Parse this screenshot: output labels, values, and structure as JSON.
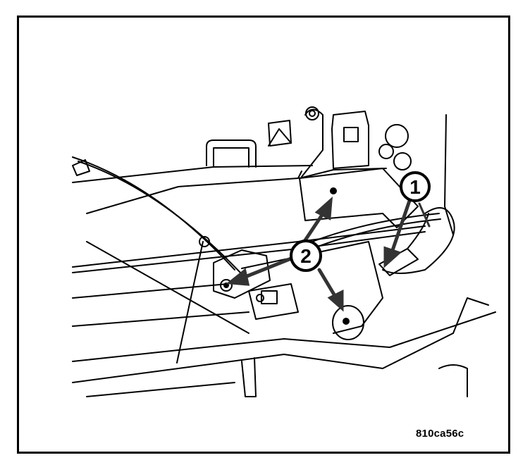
{
  "callouts": [
    {
      "id": "1",
      "label": "1"
    },
    {
      "id": "2",
      "label": "2"
    }
  ],
  "figure_code": "810ca56c",
  "colors": {
    "ink": "#000000",
    "paper": "#ffffff",
    "arrow": "#333333"
  }
}
